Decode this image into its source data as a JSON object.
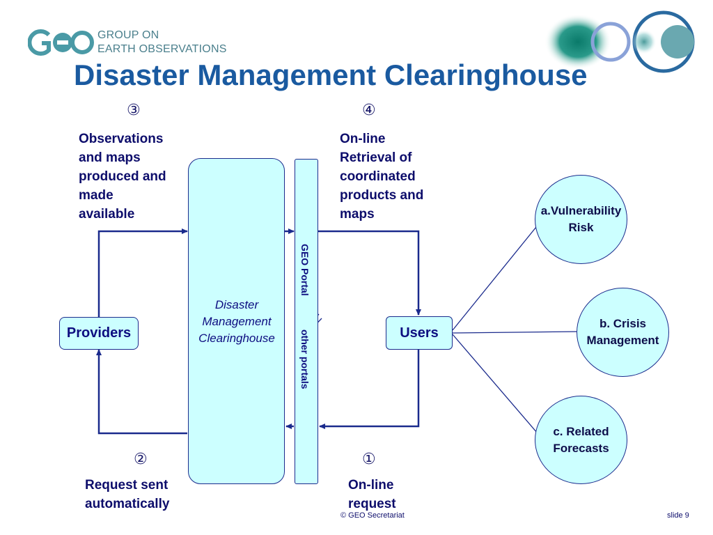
{
  "header": {
    "logo_line1": "GROUP ON",
    "logo_line2": "EARTH OBSERVATIONS",
    "title": "Disaster Management Clearinghouse"
  },
  "steps": {
    "step3": {
      "number": "③",
      "lines": [
        "Observations",
        "and maps",
        "produced and",
        "made",
        "available"
      ]
    },
    "step4": {
      "number": "④",
      "lines": [
        "On-line",
        "Retrieval of",
        "coordinated",
        "products and",
        "maps"
      ]
    },
    "step2": {
      "number": "②",
      "lines": [
        "Request sent",
        "automatically"
      ]
    },
    "step1": {
      "number": "①",
      "lines": [
        "On-line",
        "request"
      ]
    }
  },
  "nodes": {
    "providers": "Providers",
    "users": "Users",
    "clearinghouse": [
      "Disaster",
      "Management",
      "Clearinghouse"
    ],
    "portal_top": "GEO Portal",
    "portal_bottom": "other portals"
  },
  "uses": {
    "a": [
      "a.Vulnerability",
      "Risk"
    ],
    "b": [
      "b. Crisis",
      "Management"
    ],
    "c": [
      "c. Related",
      "Forecasts"
    ]
  },
  "footer": {
    "copyright": "© GEO Secretariat",
    "slide": "slide 9"
  },
  "colors": {
    "title": "#1a5aa0",
    "box_fill": "#ccffff",
    "line": "#1a2a8c",
    "text": "#0d0d80"
  },
  "icons": [
    "geo-logo-icon",
    "geo-rings-icon"
  ]
}
